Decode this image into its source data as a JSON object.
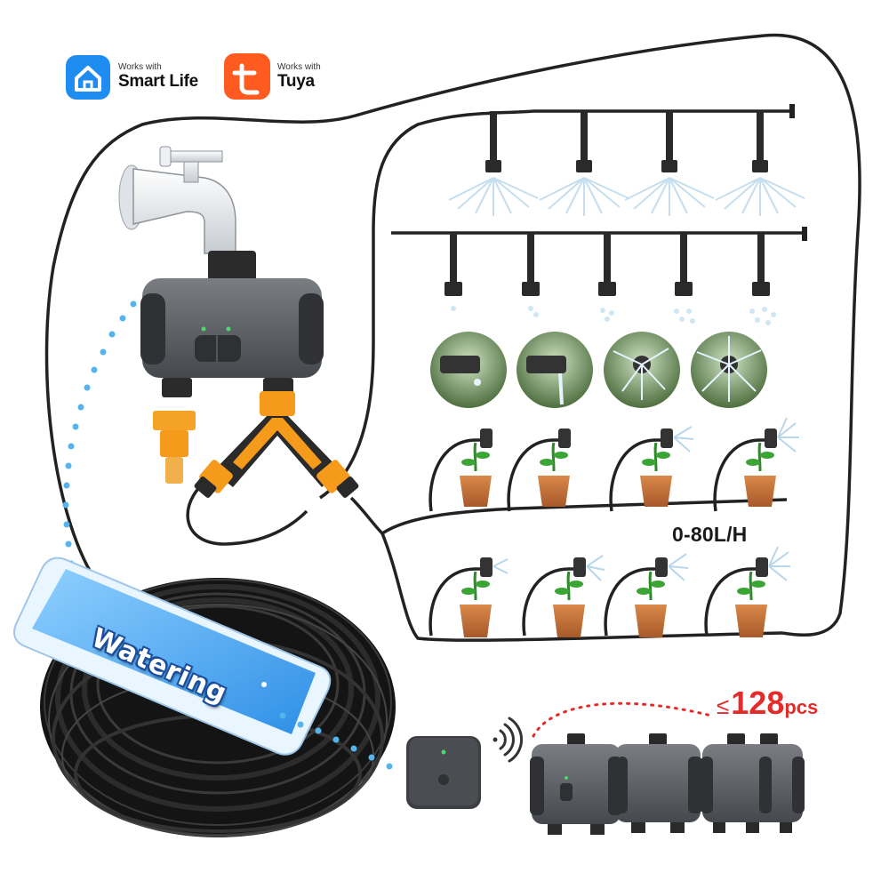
{
  "badges": [
    {
      "icon": "smart-life-home-icon",
      "works_with": "Works with",
      "brand": "Smart Life",
      "color": "#1e8cf0"
    },
    {
      "icon": "tuya-t-icon",
      "works_with": "Works with",
      "brand": "Tuya",
      "color": "#ff5a1f"
    }
  ],
  "flow_rate": "0-80L/H",
  "capacity": {
    "symbol": "≤",
    "number": "128",
    "unit": "pcs",
    "color": "#e52a2a"
  },
  "phone": {
    "screen_text": "Watering",
    "screen_color": "#4aa8f5"
  },
  "colors": {
    "hose": "#222222",
    "orange": "#f59a1b",
    "timer_body": "#5b5f63",
    "signal_dots": "#55b4ee"
  },
  "icons": [
    "faucet-icon",
    "water-timer-icon",
    "y-splitter-icon",
    "hose-connector-icon",
    "hose-coil-icon",
    "gateway-hub-icon",
    "wifi-signal-icon",
    "mist-nozzle-icon",
    "drip-emitter-icon",
    "potted-plant-icon"
  ]
}
